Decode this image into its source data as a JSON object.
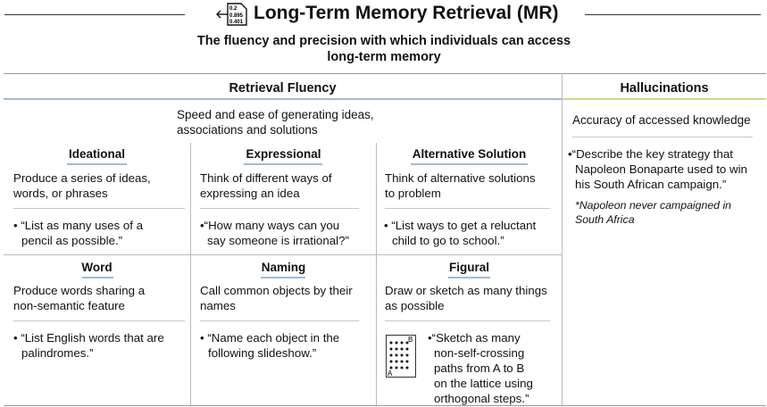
{
  "header": {
    "title": "Long-Term Memory Retrieval (MR)",
    "logo_values": [
      "0.2",
      "0.895",
      "0.401"
    ],
    "subtitle_line1": "The fluency and precision with which individuals can access",
    "subtitle_line2": "long-term memory"
  },
  "retrieval": {
    "heading": "Retrieval Fluency",
    "desc_line1": "Speed and ease of generating ideas,",
    "desc_line2": "associations and solutions",
    "cells": [
      {
        "title": "Ideational",
        "desc": [
          "Produce a series of ideas,",
          "words, or phrases"
        ],
        "example": [
          "• “List as many uses of a",
          "pencil as possible.”"
        ]
      },
      {
        "title": "Expressional",
        "desc": [
          "Think of different ways of",
          "expressing an idea"
        ],
        "example": [
          "•“How many ways can you",
          "say someone is irrational?”"
        ]
      },
      {
        "title": "Alternative Solution",
        "desc": [
          "Think of alternative solutions",
          "to problem"
        ],
        "example": [
          "• “List ways to get a reluctant",
          "child to go to school.”"
        ]
      },
      {
        "title": "Word",
        "desc": [
          "Produce words sharing a",
          "non-semantic feature"
        ],
        "example": [
          "• “List English words that are",
          "palindromes.”"
        ]
      },
      {
        "title": "Naming",
        "desc": [
          "Call common objects by their",
          "names"
        ],
        "example": [
          "• “Name each object in the",
          "following slideshow.”"
        ]
      },
      {
        "title": "Figural",
        "desc": [
          "Draw or sketch as many things",
          "as possible"
        ],
        "example": [
          "•“Sketch as many",
          "non-self-crossing",
          "paths from A to B",
          "on the lattice using",
          "orthogonal steps.”"
        ],
        "lattice_labels": [
          "B",
          "A"
        ]
      }
    ]
  },
  "hallucinations": {
    "heading": "Hallucinations",
    "desc": "Accuracy of accessed knowledge",
    "example": [
      "•“Describe the key strategy that",
      "Napoleon Bonaparte used to win",
      "his South African campaign.”"
    ],
    "note": [
      "*Napoleon never campaigned in",
      "South Africa"
    ]
  },
  "colors": {
    "blue_rule": "#9dbcd6",
    "green_rule": "#c9dc8a"
  }
}
